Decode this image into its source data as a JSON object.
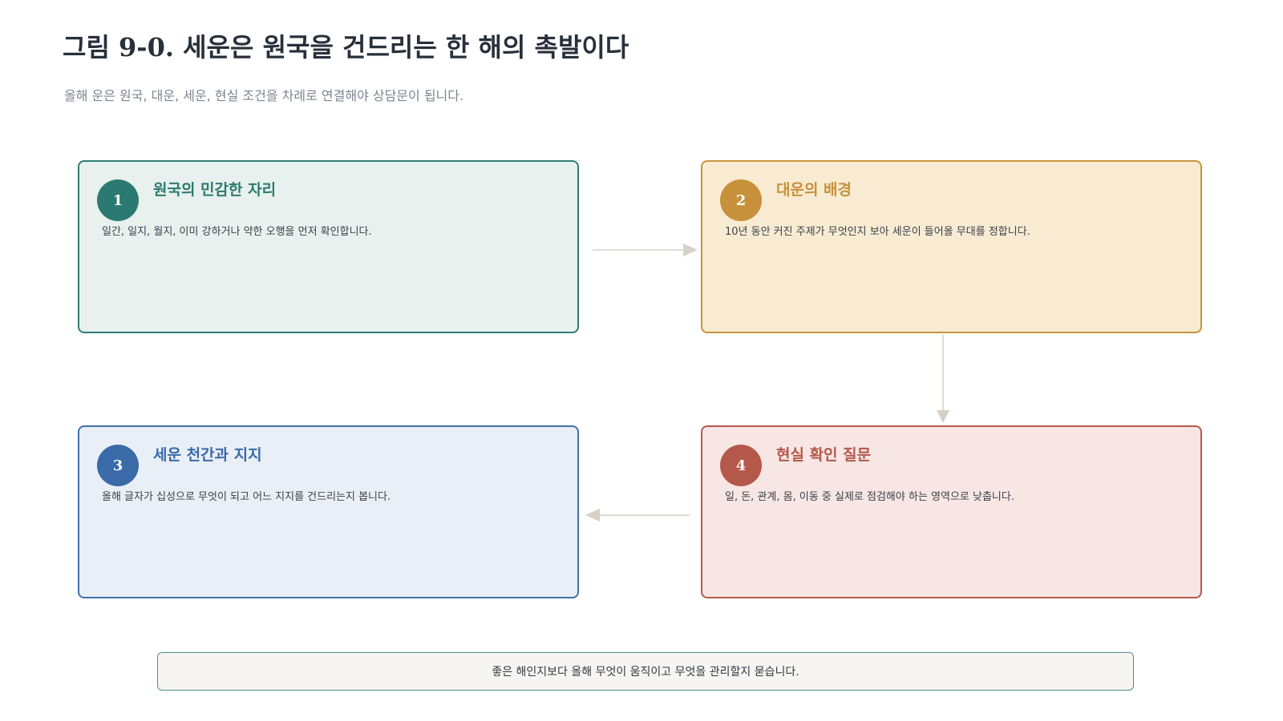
{
  "title": "그림 9-0. 세운은 원국을 건드리는 한 해의 촉발이다",
  "subtitle": "올해 운은 원국, 대운, 세운, 현실 조건을 차례로 연결해야 상담문이 됩니다.",
  "steps": [
    {
      "number": "1",
      "title": "원국의 민감한 자리",
      "description": "일간, 일지, 월지, 이미 강하거나 약한 오행을 먼저 확인합니다.",
      "color": "#2b7a71"
    },
    {
      "number": "2",
      "title": "대운의 배경",
      "description": "10년 동안 커진 주제가 무엇인지 보아 세운이 들어올 무대를 정합니다.",
      "color": "#c6913a"
    },
    {
      "number": "3",
      "title": "세운 천간과 지지",
      "description": "올해 글자가 십성으로 무엇이 되고 어느 지지를 건드리는지 봅니다.",
      "color": "#3a6aa8"
    },
    {
      "number": "4",
      "title": "현실 확인 질문",
      "description": "일, 돈, 관계, 몸, 이동 중 실제로 점검해야 하는 영역으로 낮춥니다.",
      "color": "#b3584b"
    }
  ],
  "footer": "좋은 해인지보다 올해 무엇이 움직이고 무엇을 관리할지 묻습니다.",
  "arrow_color": "#d6d0c6"
}
